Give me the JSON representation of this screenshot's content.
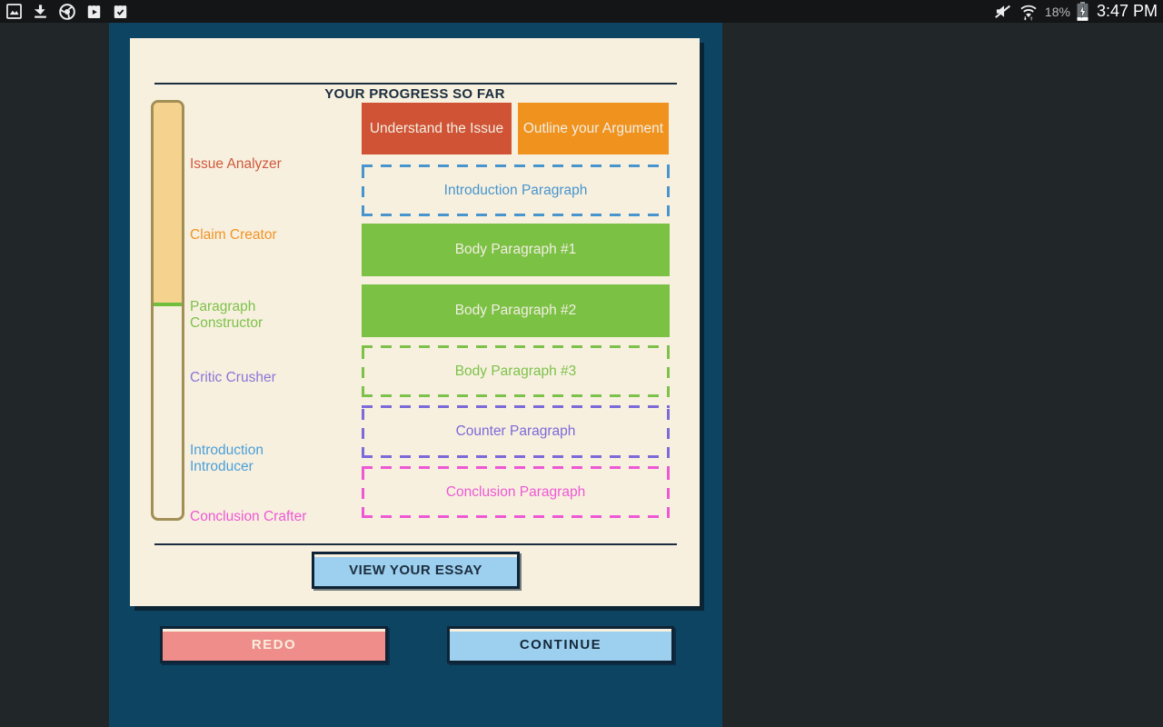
{
  "status_bar": {
    "background": "#131517",
    "time": "3:47 PM",
    "battery_percent": "18%",
    "notification_icons": [
      "gallery-icon",
      "download-icon",
      "chrome-icon",
      "play-store-icon",
      "shop-check-icon"
    ],
    "system_icons": [
      "mute-icon",
      "wifi-transfer-icon",
      "battery-charging-icon"
    ]
  },
  "app": {
    "colors": {
      "screen_background": "#212629",
      "panel_background": "#0d4462",
      "card_background": "#f8f0df",
      "ink": "#1b2d3e"
    },
    "progress_card": {
      "title": "YOUR PROGRESS SO FAR",
      "meter": {
        "fill_percent": "49%",
        "fill_color": "#f5d28e",
        "border_color": "#a28f56",
        "marker_color": "#6fbe3e"
      },
      "stages": [
        {
          "label": "Issue Analyzer",
          "color": "#d0593d"
        },
        {
          "label": "Claim Creator",
          "color": "#f09426"
        },
        {
          "label": "Paragraph Constructor",
          "color": "#7cc24a"
        },
        {
          "label": "Critic Crusher",
          "color": "#8a75d8"
        },
        {
          "label": "Introduction Introducer",
          "color": "#4a9fd8"
        },
        {
          "label": "Conclusion Crafter",
          "color": "#ee58d5"
        }
      ],
      "boxes": [
        {
          "label": "Understand the Issue",
          "style": "solid",
          "fill": "#d05335",
          "text_color": "#f2eee2"
        },
        {
          "label": "Outline your Argument",
          "style": "solid",
          "fill": "#f0921e",
          "text_color": "#f2eee2"
        },
        {
          "label": "Introduction Paragraph",
          "style": "dashed",
          "color": "#4795cc"
        },
        {
          "label": "Body Paragraph #1",
          "style": "solid",
          "fill": "#7bc144",
          "text_color": "#f2eee2"
        },
        {
          "label": "Body Paragraph #2",
          "style": "solid",
          "fill": "#7bc144",
          "text_color": "#f2eee2"
        },
        {
          "label": "Body Paragraph #3",
          "style": "dashed",
          "color": "#7cc24a"
        },
        {
          "label": "Counter Paragraph",
          "style": "dashed",
          "color": "#7b6ad8"
        },
        {
          "label": "Conclusion Paragraph",
          "style": "dashed",
          "color": "#ee58d5"
        }
      ],
      "view_essay_label": "VIEW YOUR ESSAY",
      "view_button_color": "#9dcfee"
    },
    "footer": {
      "redo_label": "REDO",
      "redo_color": "#ef8d8b",
      "continue_label": "CONTINUE",
      "continue_color": "#9dcfee"
    }
  }
}
